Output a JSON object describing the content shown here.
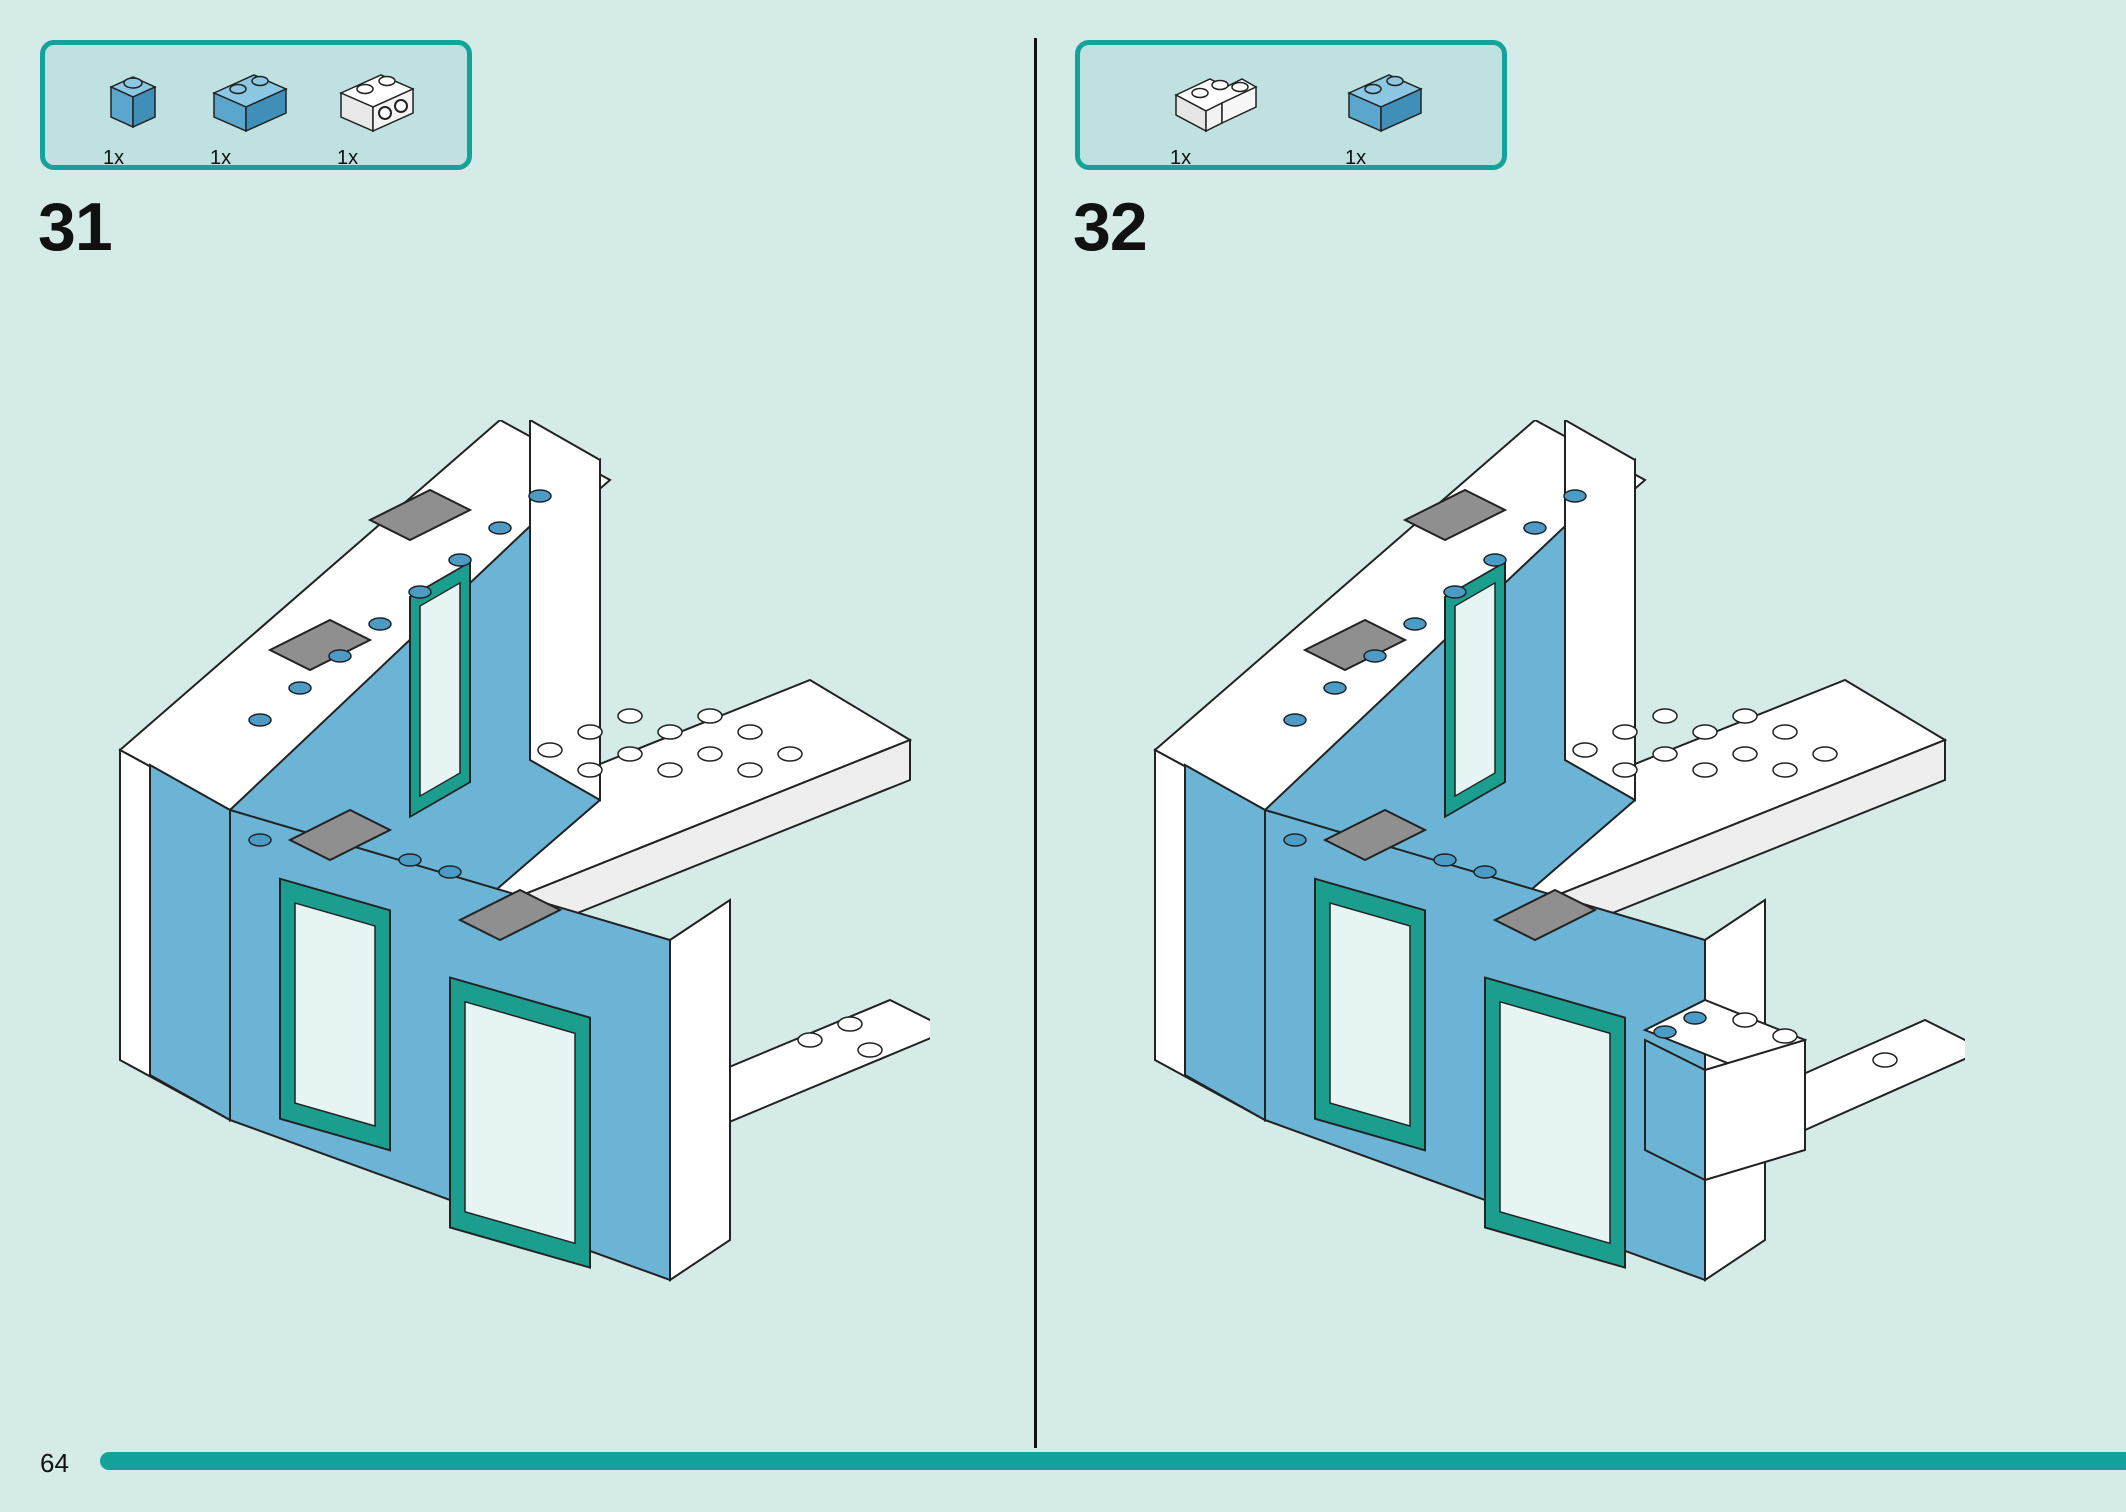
{
  "colors": {
    "background": "#d4ebe8",
    "accent": "#13a39b",
    "parts_panel": "#bfe2e0",
    "brick_blue": "#6bb4d6",
    "brick_white": "#ffffff",
    "brick_gray": "#8f8f8f",
    "frame_teal": "#1c9e8e"
  },
  "left_page": {
    "step_number": "31",
    "parts": [
      {
        "icon": "blue-1x1-brick-icon",
        "quantity": "1x"
      },
      {
        "icon": "blue-1x2-brick-icon",
        "quantity": "1x"
      },
      {
        "icon": "white-1x2-side-stud-brick-icon",
        "quantity": "1x"
      }
    ]
  },
  "right_page": {
    "step_number": "32",
    "parts": [
      {
        "icon": "white-corner-brick-icon",
        "quantity": "1x"
      },
      {
        "icon": "blue-1x2-brick-icon",
        "quantity": "1x"
      }
    ]
  },
  "footer": {
    "page_number": "64"
  }
}
